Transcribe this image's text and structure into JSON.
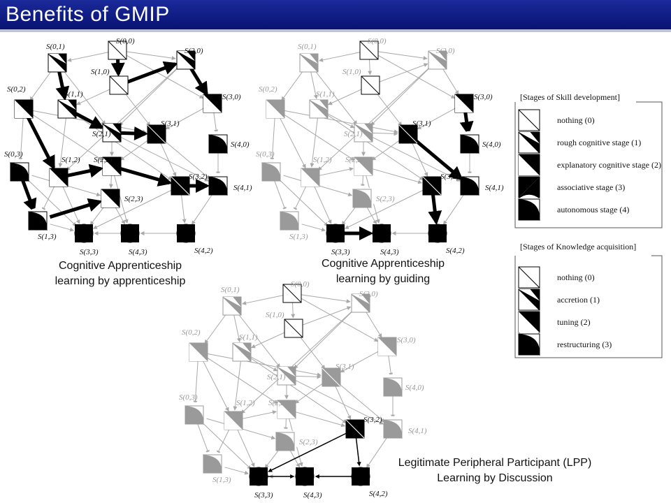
{
  "title": "Benefits of GMIP",
  "diagrams": [
    {
      "caption": [
        "Cognitive Apprenticeship",
        "learning by apprenticeship"
      ],
      "node_styles": {
        "S(0,0)": "nothing",
        "S(0,1)": "accretion",
        "S(0,2)": "tuning",
        "S(0,3)": "restructuring",
        "S(1,0)": "nothing",
        "S(1,1)": "accretion",
        "S(1,2)": "tuning",
        "S(1,3)": "restructuring",
        "S(2,0)": "accretion",
        "S(2,1)": "accretion",
        "S(2,2)": "tuning",
        "S(2,3)": "tuning",
        "S(3,0)": "tuning",
        "S(3,1)": "solid",
        "S(3,2)": "solid",
        "S(4,0)": "restructuring",
        "S(4,1)": "restructuring",
        "S(3,3)": "circle",
        "S(4,3)": "circle",
        "S(4,2)": "circle"
      },
      "highlight_path": [
        [
          "S(0,0)",
          "S(1,0)"
        ],
        [
          "S(1,0)",
          "S(2,0)"
        ],
        [
          "S(2,0)",
          "S(3,0)"
        ],
        [
          "S(0,1)",
          "S(1,1)"
        ],
        [
          "S(1,1)",
          "S(2,1)"
        ],
        [
          "S(2,1)",
          "S(3,1)"
        ],
        [
          "S(0,2)",
          "S(1,2)"
        ],
        [
          "S(1,2)",
          "S(2,2)"
        ],
        [
          "S(2,2)",
          "S(3,2)"
        ],
        [
          "S(3,2)",
          "S(4,1)"
        ],
        [
          "S(0,3)",
          "S(1,3)"
        ],
        [
          "S(1,3)",
          "S(2,3)"
        ]
      ]
    },
    {
      "caption": [
        "Cognitive Apprenticeship",
        "learning by guiding"
      ],
      "node_styles": {
        "S(0,0)": "nothing",
        "S(0,1)": "gray-accretion",
        "S(0,2)": "gray-tuning",
        "S(0,3)": "gray-restructuring",
        "S(1,0)": "nothing",
        "S(1,1)": "gray-accretion",
        "S(1,2)": "gray-tuning",
        "S(1,3)": "gray-restructuring",
        "S(2,0)": "gray-accretion",
        "S(2,1)": "gray-accretion",
        "S(2,2)": "gray-tuning",
        "S(2,3)": "gray-restructuring",
        "S(3,0)": "tuning",
        "S(3,1)": "solid",
        "S(3,2)": "solid",
        "S(4,0)": "restructuring",
        "S(4,1)": "restructuring",
        "S(3,3)": "circle",
        "S(4,3)": "circle",
        "S(4,2)": "circle"
      },
      "highlight_path": [
        [
          "S(3,0)",
          "S(4,0)"
        ],
        [
          "S(3,1)",
          "S(4,1)"
        ],
        [
          "S(3,2)",
          "S(4,2)"
        ],
        [
          "S(3,3)",
          "S(4,3)"
        ]
      ]
    },
    {
      "caption": [
        "Legitimate Peripheral Participant (LPP)",
        "Learning by Discussion"
      ],
      "node_styles": {
        "S(0,0)": "nothing",
        "S(0,1)": "gray-accretion",
        "S(0,2)": "gray-tuning",
        "S(0,3)": "gray-restructuring",
        "S(1,0)": "nothing",
        "S(1,1)": "gray-accretion",
        "S(1,2)": "gray-tuning",
        "S(1,3)": "gray-restructuring",
        "S(2,0)": "gray-accretion",
        "S(2,1)": "gray-accretion",
        "S(2,2)": "gray-tuning",
        "S(2,3)": "gray-restructuring",
        "S(3,0)": "gray-tuning",
        "S(3,1)": "gray-solid",
        "S(3,2)": "solid",
        "S(4,0)": "gray-restructuring",
        "S(4,1)": "gray-restructuring",
        "S(3,3)": "circle",
        "S(4,3)": "circle",
        "S(4,2)": "circle"
      },
      "highlight_path": [
        [
          "S(3,2)",
          "S(4,2)"
        ],
        [
          "S(3,2)",
          "S(3,3)"
        ],
        [
          "S(3,3)",
          "S(4,3)"
        ],
        [
          "S(4,2)",
          "S(4,3)"
        ]
      ]
    }
  ],
  "legend_skill": {
    "title": "[Stages of Skill development]",
    "items": [
      {
        "icon": "nothing",
        "label": "nothing (0)"
      },
      {
        "icon": "accretion",
        "label": "rough cognitive stage (1)"
      },
      {
        "icon": "tuning",
        "label": "explanatory cognitive stage (2)"
      },
      {
        "icon": "solid-tri",
        "label": "associative stage (3)"
      },
      {
        "icon": "restructuring",
        "label": "autonomous stage (4)"
      }
    ]
  },
  "legend_knowledge": {
    "title": "[Stages of Knowledge acquisition]",
    "items": [
      {
        "icon": "nothing",
        "label": "nothing  (0)"
      },
      {
        "icon": "accretion",
        "label": "accretion (1)"
      },
      {
        "icon": "tuning",
        "label": "tuning  (2)"
      },
      {
        "icon": "restructuring",
        "label": "restructuring  (3)"
      }
    ]
  },
  "colors": {
    "title_bar": "#06106e",
    "gray_node": "#9a9a9a",
    "edge": "#a8a8a8",
    "highlight": "#000000"
  }
}
